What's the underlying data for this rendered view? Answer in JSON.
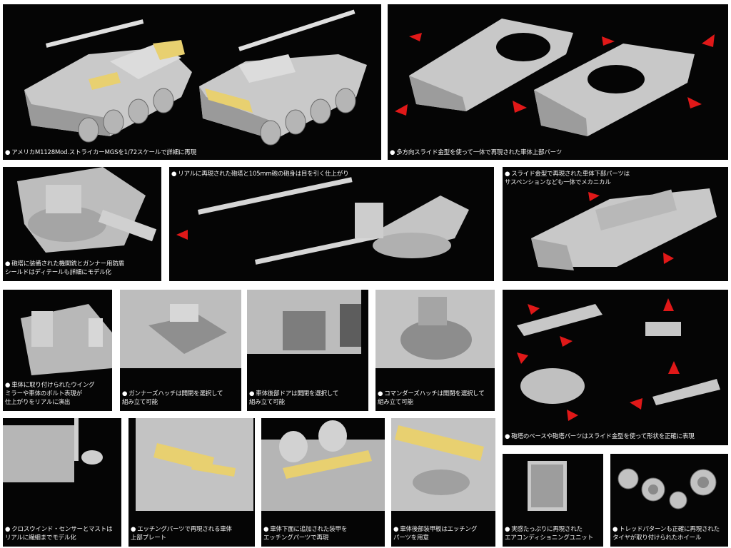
{
  "colors": {
    "panel": "#050505",
    "part": "#cfcfcf",
    "etch": "#e8d070",
    "arrow": "#e01818"
  },
  "bullet": "●",
  "captions": {
    "p1": [
      "アメリカM1128Mod.ストライカーMGSを1/72スケールで詳細に再現"
    ],
    "p2": [
      "多方向スライド金型を使って一体で再現された車体上部パーツ"
    ],
    "p3": [
      "砲塔に装備された機関銃とガンナー用防盾",
      "シールドはディテールも詳細にモデル化"
    ],
    "p4": [
      "リアルに再現された砲塔と105mm砲の砲身は目を引く仕上がり"
    ],
    "p5": [
      "スライド金型で再現された車体下部パーツは",
      "サスペンションなども一体でメカニカル"
    ],
    "p6": [
      "車体に取り付けられたウイング",
      "ミラーや車体のボルト表現が",
      "仕上がりをリアルに演出"
    ],
    "p7": [
      "ガンナーズハッチは開閉を選択して",
      "組み立て可能"
    ],
    "p8": [
      "車体後部ドアは開閉を選択して",
      "組み立て可能"
    ],
    "p9": [
      "コマンダーズハッチは開閉を選択して",
      "組み立て可能"
    ],
    "p10": [
      "砲塔のベースや砲塔パーツはスライド金型を使って形状を正確に表現"
    ],
    "p11": [
      "クロスウインド・センサーとマストは",
      "リアルに繊細までモデル化"
    ],
    "p12": [
      "エッチングパーツで再現される車体",
      "上部プレート"
    ],
    "p13": [
      "車体下面に追加された装甲を",
      "エッチングパーツで再現"
    ],
    "p14": [
      "車体後部装甲板はエッチング",
      "パーツを用意"
    ],
    "p15": [
      "実感たっぷりに再現された",
      "エアコンディショニングユニット"
    ],
    "p16": [
      "トレッドパターンも正確に再現された",
      "タイヤが取り付けられたホイール"
    ]
  }
}
